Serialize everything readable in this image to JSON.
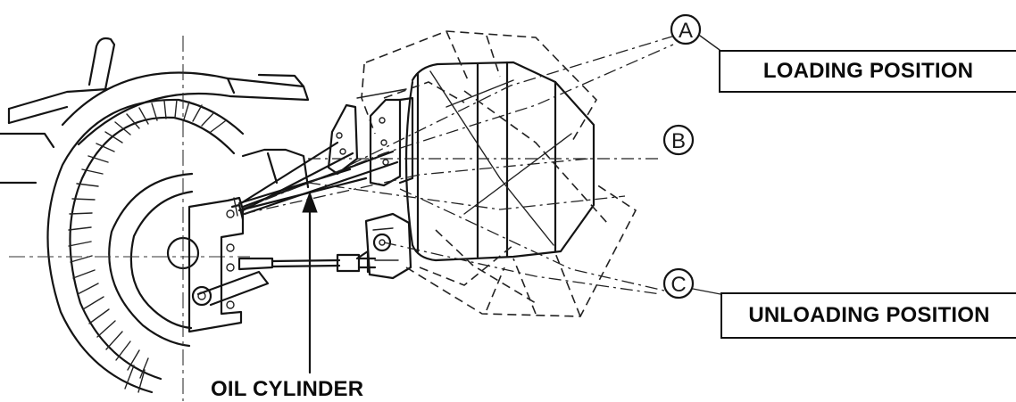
{
  "labels": {
    "loading_position": "LOADING POSITION",
    "unloading_position": "UNLOADING POSITION",
    "oil_cylinder": "OIL CYLINDER"
  },
  "markers": {
    "a": "A",
    "b": "B",
    "c": "C"
  },
  "colors": {
    "line": "#141414",
    "background": "#ffffff"
  }
}
